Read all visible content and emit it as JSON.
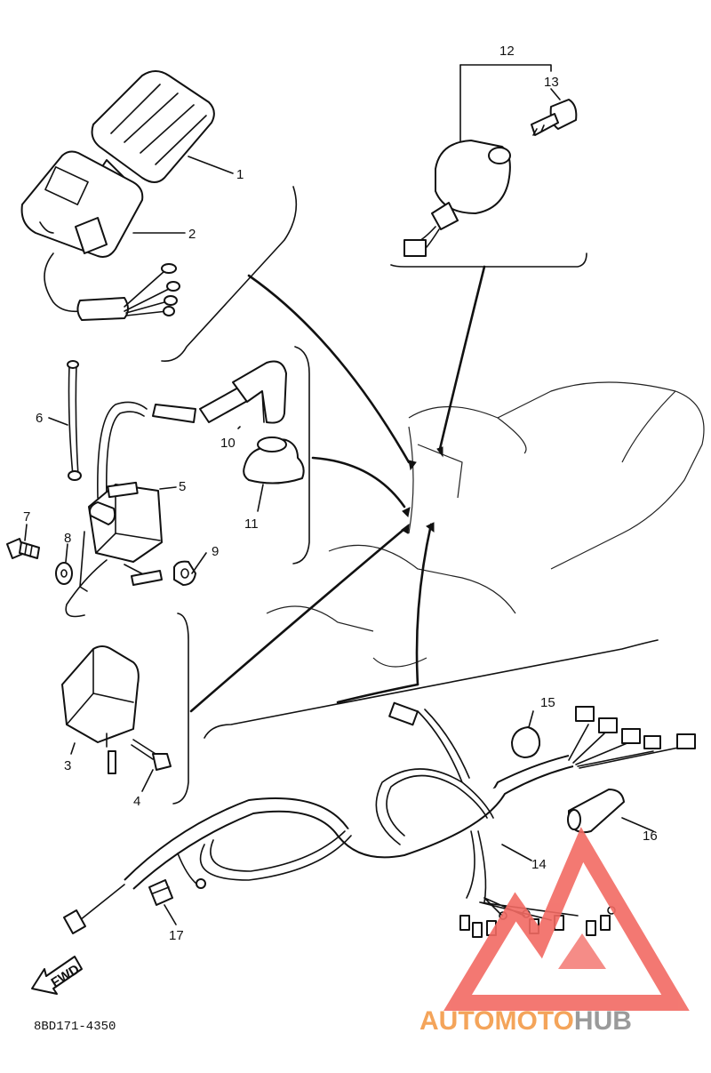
{
  "parts": [
    {
      "number": "1",
      "label": "1"
    },
    {
      "number": "2",
      "label": "2"
    },
    {
      "number": "3",
      "label": "3"
    },
    {
      "number": "4",
      "label": "4"
    },
    {
      "number": "5",
      "label": "5"
    },
    {
      "number": "6",
      "label": "6"
    },
    {
      "number": "7",
      "label": "7"
    },
    {
      "number": "8",
      "label": "8"
    },
    {
      "number": "9",
      "label": "9"
    },
    {
      "number": "10",
      "label": "10"
    },
    {
      "number": "11",
      "label": "11"
    },
    {
      "number": "12",
      "label": "12"
    },
    {
      "number": "13",
      "label": "13"
    },
    {
      "number": "14",
      "label": "14"
    },
    {
      "number": "15",
      "label": "15"
    },
    {
      "number": "16",
      "label": "16"
    },
    {
      "number": "17",
      "label": "17"
    }
  ],
  "direction_arrow": {
    "text": "FWD"
  },
  "diagram_code": "8BD171-4350",
  "watermark": {
    "text_part1": "AUTOMOTO",
    "text_part2": "HUB",
    "colors": {
      "logo": "#f26a63",
      "text_primary": "#f4a45a",
      "text_secondary": "#9a9a9a"
    }
  }
}
